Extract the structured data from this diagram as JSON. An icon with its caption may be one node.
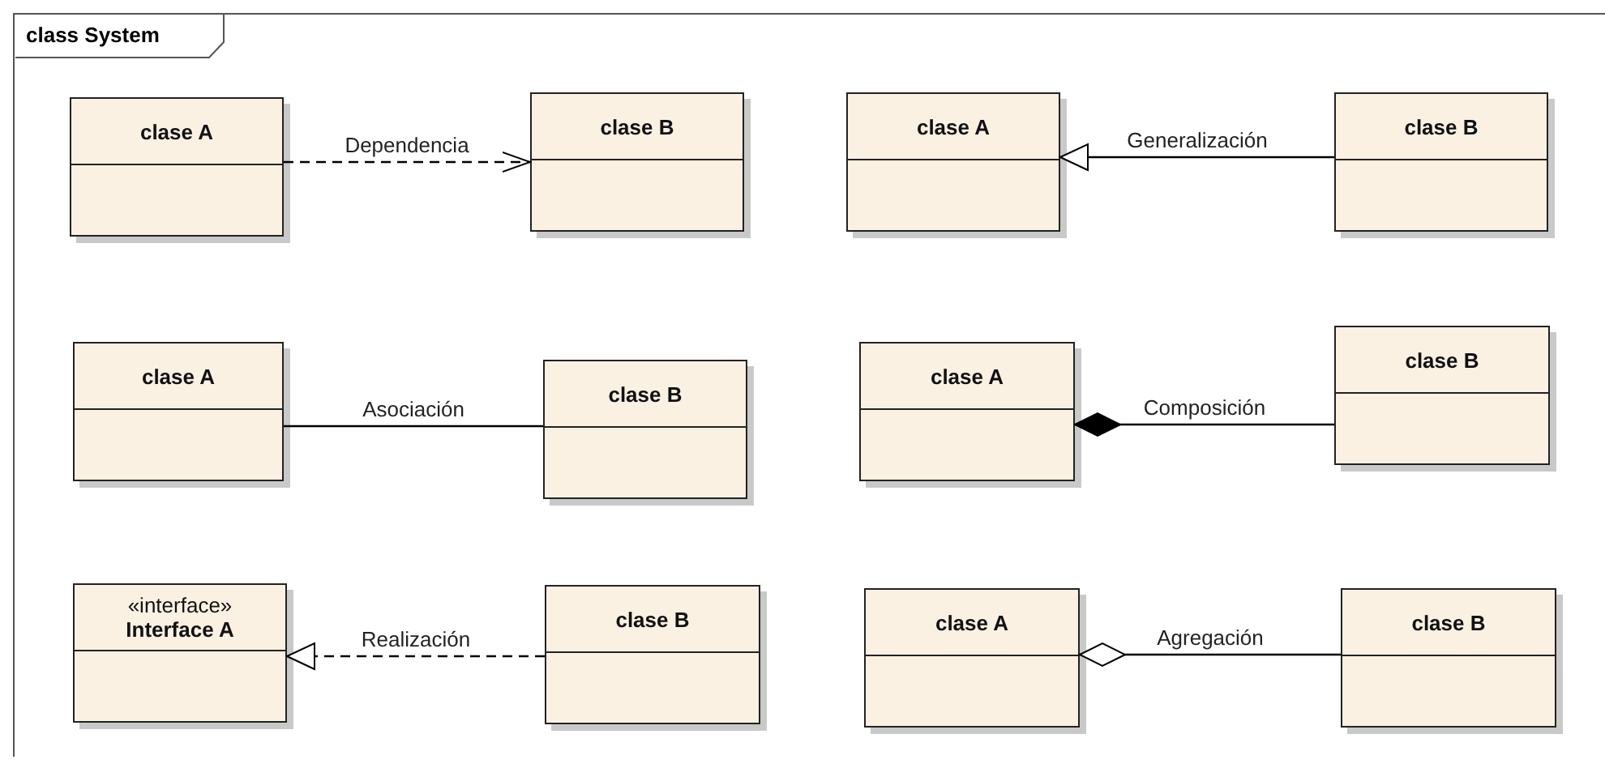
{
  "diagram": {
    "nodes": [
      {
        "text": [
          "class System"
        ]
      },
      {
        "text": [
          "clase A"
        ],
        "in": 0
      },
      {
        "text": [
          "clase B"
        ],
        "in": 0
      },
      {
        "text": [
          "clase A"
        ],
        "in": 0
      },
      {
        "text": [
          "clase B"
        ],
        "in": 0
      },
      {
        "text": [
          "clase A"
        ],
        "in": 0
      },
      {
        "text": [
          "clase B"
        ],
        "in": 0
      },
      {
        "text": [
          "clase A"
        ],
        "in": 0
      },
      {
        "text": [
          "clase B"
        ],
        "in": 0
      },
      {
        "text": [
          "«interface»",
          "Interface A"
        ],
        "in": 0
      },
      {
        "text": [
          "clase B"
        ],
        "in": 0
      },
      {
        "text": [
          "clase A"
        ],
        "in": 0
      },
      {
        "text": [
          "clase B"
        ],
        "in": 0
      }
    ],
    "edges": [
      {
        "from": 1,
        "to": 2,
        "arrow": "to",
        "style": "dashed",
        "label": "Dependencia"
      },
      {
        "from": 4,
        "to": 3,
        "arrow": "to",
        "label": "Generalización"
      },
      {
        "from": 5,
        "to": 6,
        "arrow": "none",
        "label": "Asociación"
      },
      {
        "from": 8,
        "to": 7,
        "arrow": "other",
        "label": "Composición"
      },
      {
        "from": 10,
        "to": 9,
        "arrow": "to",
        "style": "dashed",
        "label": "Realización"
      },
      {
        "from": 12,
        "to": 11,
        "arrow": "other",
        "label": "Agregación"
      }
    ]
  }
}
